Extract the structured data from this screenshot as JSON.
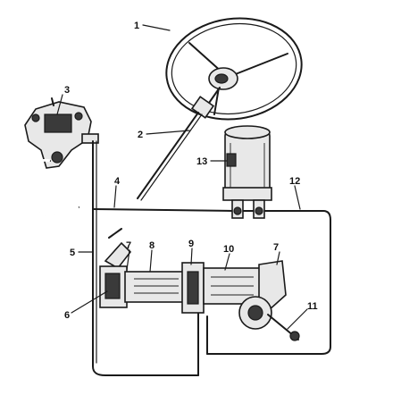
{
  "callouts": [
    {
      "id": "1",
      "text": "1"
    },
    {
      "id": "2",
      "text": "2"
    },
    {
      "id": "3",
      "text": "3"
    },
    {
      "id": "4",
      "text": "4"
    },
    {
      "id": "5",
      "text": "5"
    },
    {
      "id": "6",
      "text": "6"
    },
    {
      "id": "7a",
      "text": "7"
    },
    {
      "id": "8",
      "text": "8"
    },
    {
      "id": "9",
      "text": "9"
    },
    {
      "id": "10",
      "text": "10"
    },
    {
      "id": "7b",
      "text": "7"
    },
    {
      "id": "11",
      "text": "11"
    },
    {
      "id": "12",
      "text": "12"
    },
    {
      "id": "13",
      "text": "13"
    }
  ]
}
